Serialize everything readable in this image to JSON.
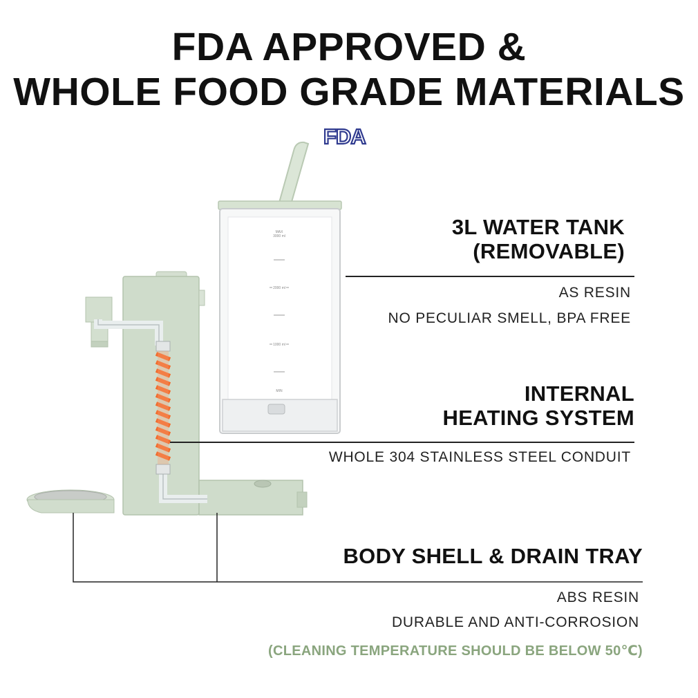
{
  "title": {
    "line1": "FDA APPROVED &",
    "line2": "WHOLE FOOD GRADE MATERIALS"
  },
  "fda_logo": {
    "text": "FDA",
    "color": "#2f3a8f"
  },
  "tank_marks": {
    "max": "MAX",
    "max_ml": "3000 ml",
    "mark_2000": "2000 ml",
    "mark_1000": "1000 ml",
    "min": "MIN"
  },
  "features": [
    {
      "heading_line1": "3L WATER TANK",
      "heading_line2": "(REMOVABLE)",
      "details": [
        "AS RESIN",
        "NO PECULIAR SMELL, BPA FREE"
      ]
    },
    {
      "heading_line1": "INTERNAL",
      "heading_line2": "HEATING SYSTEM",
      "details": [
        "WHOLE 304 STAINLESS STEEL CONDUIT"
      ]
    },
    {
      "heading_line1": "BODY SHELL & DRAIN TRAY",
      "details": [
        "ABS RESIN",
        "DURABLE AND ANTI-CORROSION"
      ],
      "note": "(CLEANING TEMPERATURE SHOULD BE BELOW 50℃)"
    }
  ],
  "colors": {
    "body_green": "#cfdccb",
    "heater_orange": "#f26a2a",
    "note_green": "#8aa57e"
  }
}
